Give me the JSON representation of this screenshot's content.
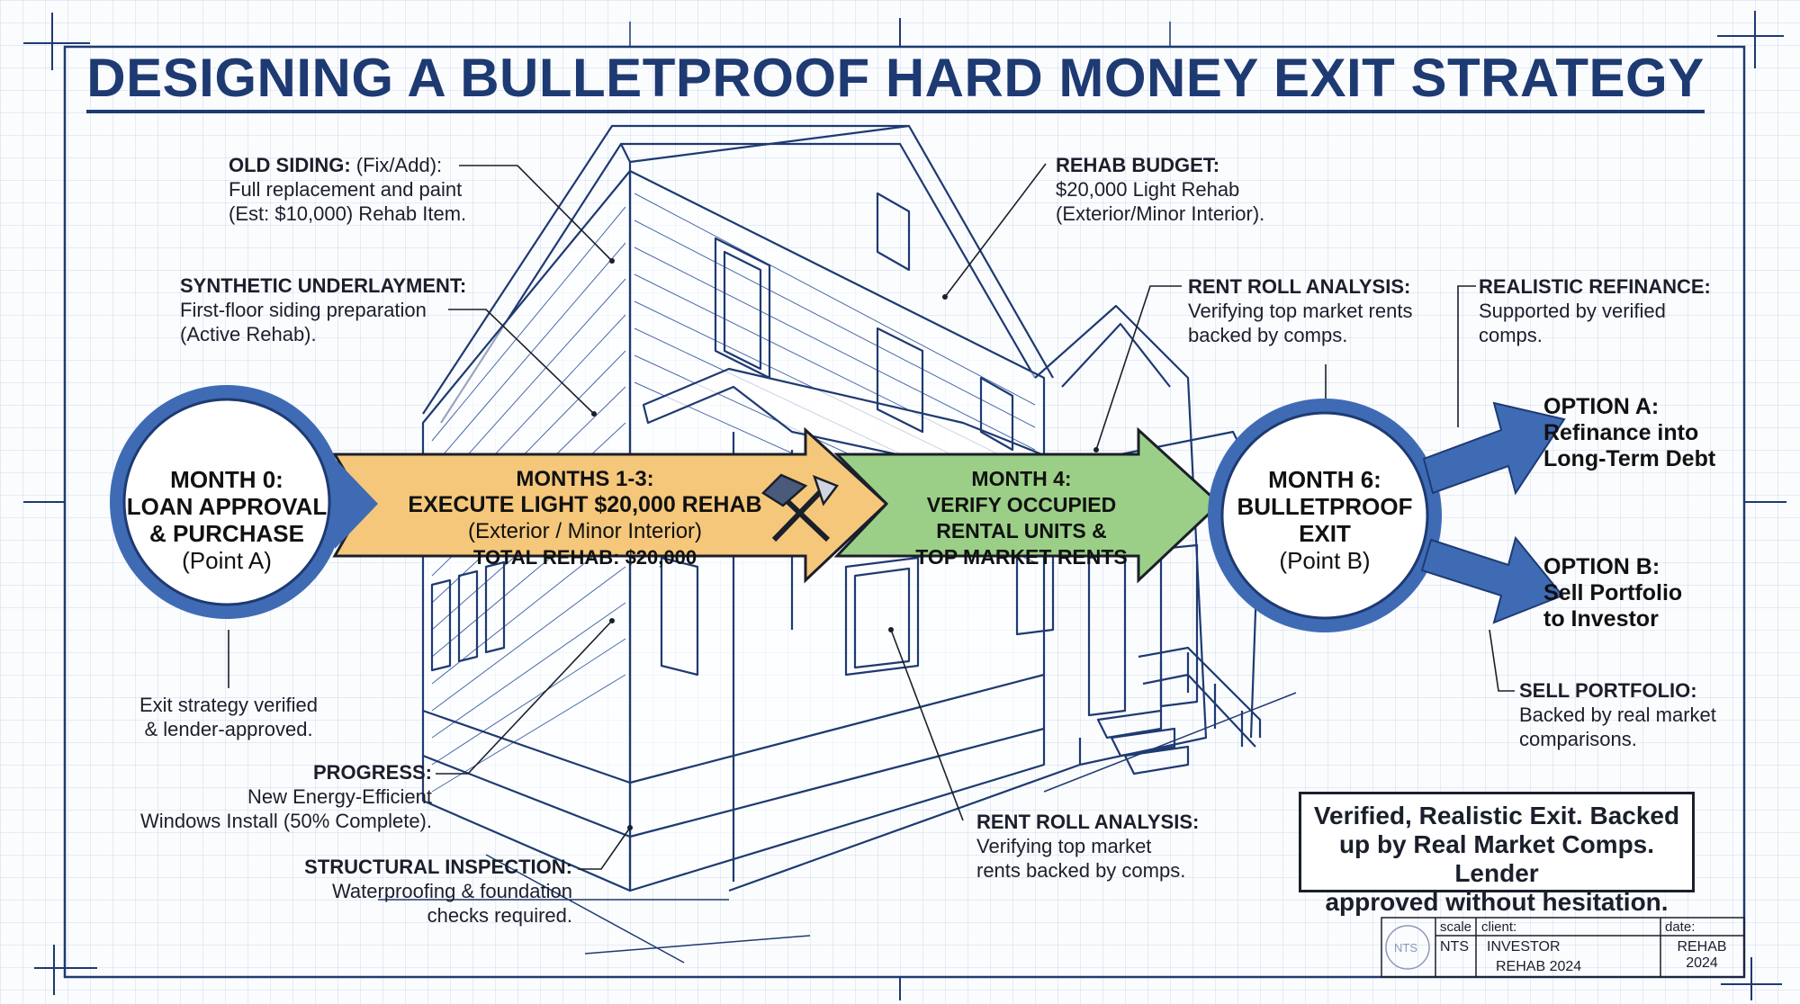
{
  "title": "DESIGNING A BULLETPROOF HARD MONEY EXIT STRATEGY",
  "colors": {
    "navy": "#1e3a72",
    "circle_blue": "#3f6bb5",
    "arrow_orange": "#f5c77a",
    "arrow_green": "#9bcf87",
    "line": "#1a1f2b"
  },
  "annotations": {
    "old_siding": {
      "label": "OLD SIDING:",
      "label_suffix": " (Fix/Add):",
      "line1": "Full replacement and paint",
      "line2": "(Est: $10,000) Rehab Item."
    },
    "synthetic": {
      "label": "SYNTHETIC UNDERLAYMENT:",
      "line1": "First-floor siding preparation",
      "line2": "(Active Rehab)."
    },
    "rehab_budget": {
      "label": "REHAB BUDGET:",
      "line1": "$20,000 Light Rehab",
      "line2": "(Exterior/Minor Interior)."
    },
    "rent_roll_top": {
      "label": "RENT ROLL ANALYSIS:",
      "line1": "Verifying top market rents",
      "line2": "backed by comps."
    },
    "refinance": {
      "label": "REALISTIC REFINANCE:",
      "line1": "Supported by verified",
      "line2": "comps."
    },
    "exit_verified": {
      "line1": "Exit strategy verified",
      "line2": "& lender-approved."
    },
    "progress": {
      "label": "PROGRESS:",
      "line1": "New Energy-Efficient",
      "line2": "Windows Install (50% Complete)."
    },
    "structural": {
      "label": "STRUCTURAL INSPECTION:",
      "line1": "Waterproofing & foundation",
      "line2": "checks required."
    },
    "rent_roll_bottom": {
      "label": "RENT ROLL ANALYSIS:",
      "line1": "Verifying top market",
      "line2": "rents backed by comps."
    },
    "sell_portfolio": {
      "label": "SELL PORTFOLIO:",
      "line1": "Backed by real market",
      "line2": "comparisons."
    }
  },
  "stages": {
    "month0": {
      "line1": "MONTH 0:",
      "line2": "LOAN APPROVAL",
      "line3": "& PURCHASE",
      "line4": "(Point A)"
    },
    "months13": {
      "line1": "MONTHS 1-3:",
      "line2": "EXECUTE LIGHT $20,000 REHAB",
      "line3": "(Exterior / Minor Interior)",
      "line4": "TOTAL REHAB: $20,000"
    },
    "month4": {
      "line1": "MONTH 4:",
      "line2": "VERIFY OCCUPIED",
      "line3": "RENTAL UNITS &",
      "line4": "TOP MARKET RENTS"
    },
    "month6": {
      "line1": "MONTH 6:",
      "line2": "BULLETPROOF",
      "line3": "EXIT",
      "line4": "(Point B)"
    }
  },
  "options": {
    "a": {
      "line1": "OPTION A:",
      "line2": "Refinance into",
      "line3": "Long-Term Debt"
    },
    "b": {
      "line1": "OPTION B:",
      "line2": "Sell Portfolio",
      "line3": "to Investor"
    }
  },
  "callout": {
    "line1": "Verified, Realistic Exit. Backed",
    "line2": "up by Real Market Comps. Lender",
    "line3": "approved without hesitation."
  },
  "title_block": {
    "stamp": "NTS",
    "scale_label": "scale",
    "scale_value": "NTS",
    "client_label": "client:",
    "client_line1": "INVESTOR",
    "client_line2": "REHAB 2024",
    "date_label": "date:",
    "date_line1": "REHAB",
    "date_line2": "2024"
  }
}
